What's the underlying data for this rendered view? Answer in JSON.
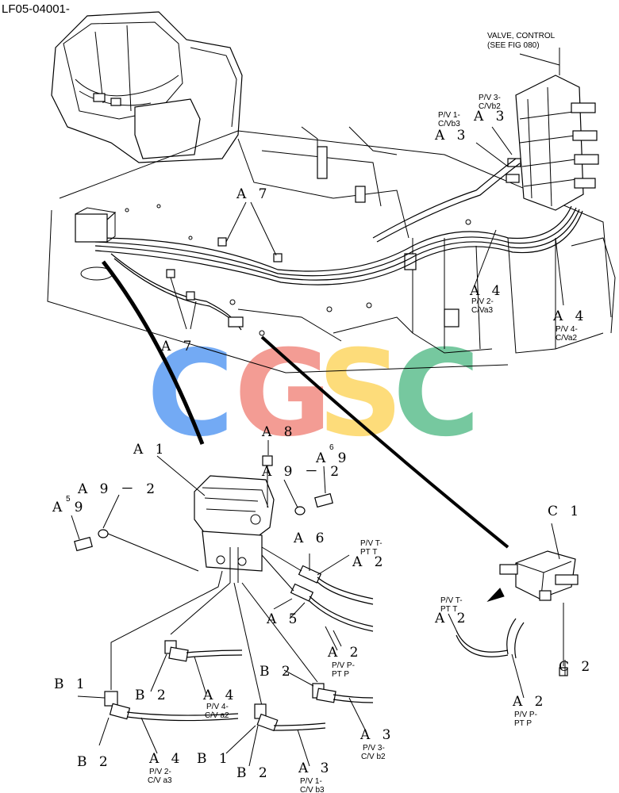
{
  "header": {
    "doc_code": "LF05-04001-"
  },
  "callouts": {
    "valve_control": [
      "VALVE, CONTROL",
      "(SEE FIG 080)"
    ],
    "a7_top": "A 7",
    "a7_bottom": "A 7",
    "a3_top_left": "A 3",
    "a3_top_right": "A 3",
    "pv1_cvb3_top": [
      "P/V 1-",
      "C/Vb3"
    ],
    "pv3_cvb2_top": [
      "P/V 3-",
      "C/Vb2"
    ],
    "a4_top_left": "A 4",
    "a4_top_right": "A 4",
    "pv2_cva3_top": [
      "P/V 2-",
      "C/Va3"
    ],
    "pv4_cva2_top": [
      "P/V 4-",
      "C/Va2"
    ],
    "a1": "A 1",
    "a8": "A 8",
    "sup6": "6",
    "a9_right": "A 9",
    "a9_2_right": "A 9 － 2",
    "sup5": "5",
    "a9_left": "A 9",
    "a9_2_left": "A 9 － 2",
    "a6": "A 6",
    "pvt_ptt_mid": [
      "P/V T-",
      "PT T"
    ],
    "a2_mid_top": "A 2",
    "a5": "A 5",
    "a2_mid_bottom": "A 2",
    "pvp_ptp_mid": [
      "P/V P-",
      "PT P"
    ],
    "c1": "C 1",
    "pvt_ptt_right": [
      "P/V T-",
      "PT T"
    ],
    "a2_right_top": "A 2",
    "c2": "C 2",
    "a2_right_bottom": "A 2",
    "pvp_ptp_right": [
      "P/V P-",
      "PT P"
    ],
    "b1_left": "B 1",
    "b2_left_top": "B 2",
    "a4_bottom_left": "A 4",
    "pv4_ca2_bottom": [
      "P/V 4-",
      "C/V a2"
    ],
    "b2_mid": "B 2",
    "b2_left_bottom": "B 2",
    "a4_bottom": "A 4",
    "pv2_ca3_bottom": [
      "P/V 2-",
      "C/V a3"
    ],
    "b1_center": "B 1",
    "b2_center": "B 2",
    "a3_center": "A 3",
    "pv1_cb3_bottom": [
      "P/V 1-",
      "C/V b3"
    ],
    "a3_right": "A 3",
    "pv3_cb2_bottom": [
      "P/V 3-",
      "C/V b2"
    ]
  },
  "watermark": {
    "letters": [
      "C",
      "G",
      "S",
      "C"
    ],
    "colors": [
      "#5b9cf3",
      "#f28b82",
      "#fdd663",
      "#5fbf8f"
    ]
  }
}
